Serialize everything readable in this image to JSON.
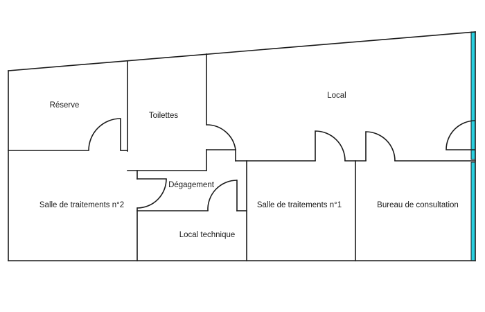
{
  "rooms": {
    "reserve": "Réserve",
    "toilettes": "Toilettes",
    "local": "Local",
    "degagement": "Dégagement",
    "salle2": "Salle de traitements n°2",
    "salle1": "Salle de traitements n°1",
    "bureau": "Bureau de consultation",
    "local_technique": "Local technique"
  },
  "colors": {
    "walls": "#1a1a1a",
    "windows": "#2ad0e0"
  }
}
